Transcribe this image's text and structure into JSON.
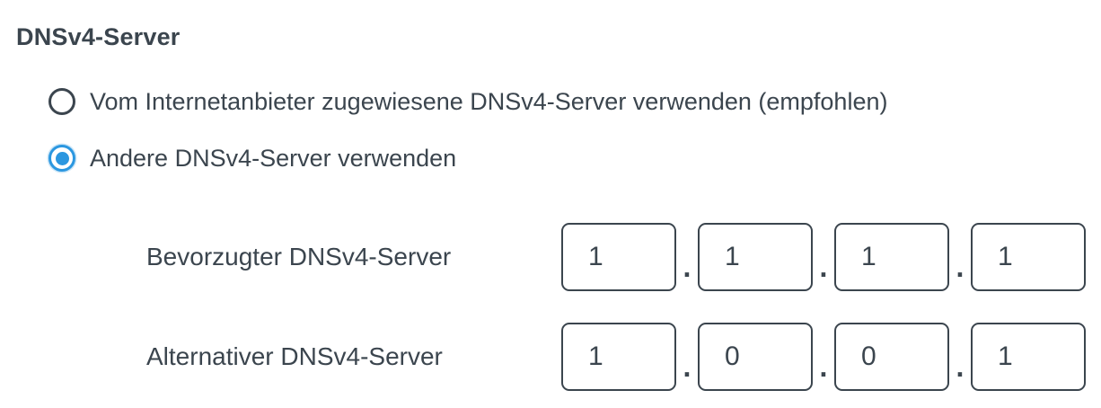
{
  "colors": {
    "text": "#3b454e",
    "accent_blue": "#2b97e0",
    "background": "#ffffff"
  },
  "section": {
    "title": "DNSv4-Server"
  },
  "radio_group": {
    "options": [
      {
        "label": "Vom Internetanbieter zugewiesene DNSv4-Server verwenden (empfohlen)",
        "selected": false
      },
      {
        "label": "Andere DNSv4-Server verwenden",
        "selected": true
      }
    ]
  },
  "ip_separator": ".",
  "fields": [
    {
      "label": "Bevorzugter DNSv4-Server",
      "octets": [
        "1",
        "1",
        "1",
        "1"
      ]
    },
    {
      "label": "Alternativer DNSv4-Server",
      "octets": [
        "1",
        "0",
        "0",
        "1"
      ]
    }
  ]
}
